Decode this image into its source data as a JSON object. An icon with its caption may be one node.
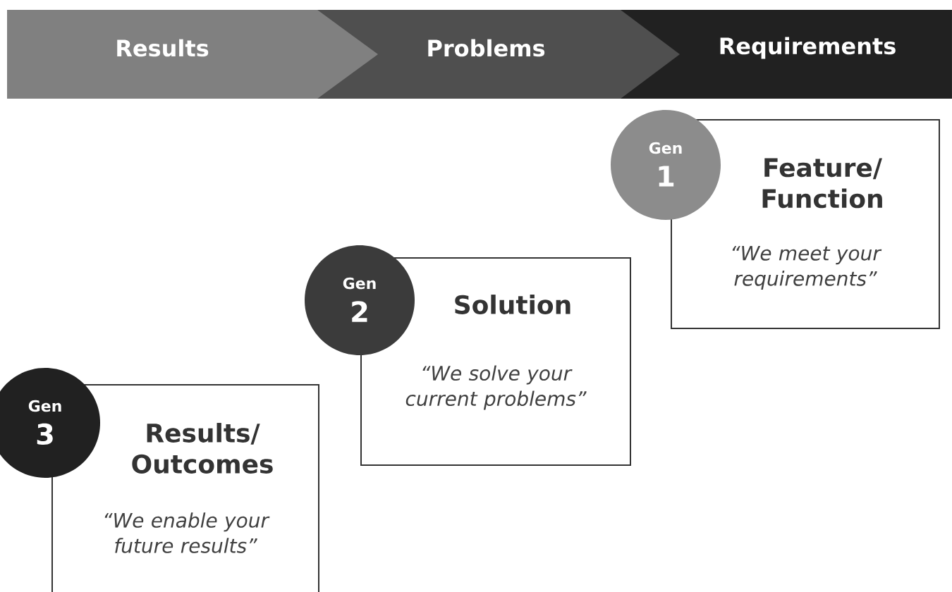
{
  "diagram": {
    "nodes": [
      {
        "text": [
          "Results"
        ]
      },
      {
        "text": [
          "Problems"
        ]
      },
      {
        "text": [
          "Requirements"
        ]
      },
      {
        "text": [
          "Gen",
          "1"
        ]
      },
      {
        "text": [
          "Feature/ Function",
          "“We meet your requirements”"
        ]
      },
      {
        "text": [
          "Gen",
          "2"
        ]
      },
      {
        "text": [
          "Solution",
          "“We solve your current problems”"
        ]
      },
      {
        "text": [
          "Gen",
          "3"
        ]
      },
      {
        "text": [
          "Results/ Outcomes",
          "“We enable your future results”"
        ]
      }
    ]
  }
}
